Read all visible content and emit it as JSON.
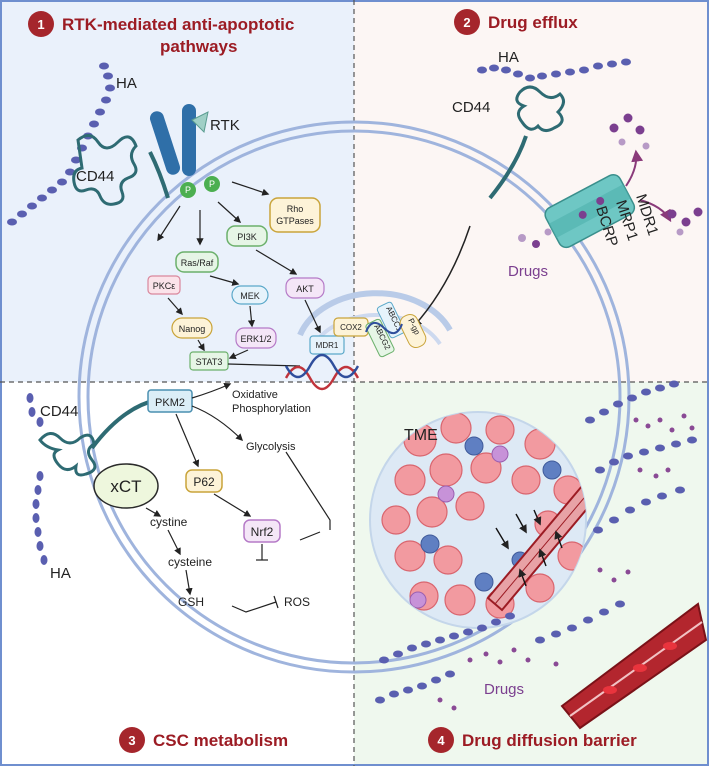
{
  "panels": {
    "p1": {
      "num": "1",
      "title_line1": "RTK-mediated anti-apoptotic",
      "title_line2": "pathways"
    },
    "p2": {
      "num": "2",
      "title": "Drug efflux"
    },
    "p3": {
      "num": "3",
      "title": "CSC metabolism"
    },
    "p4": {
      "num": "4",
      "title": "Drug diffusion barrier"
    }
  },
  "labels": {
    "ha": "HA",
    "cd44": "CD44",
    "rtk": "RTK",
    "p": "P",
    "rho_line1": "Rho",
    "rho_line2": "GTPases",
    "pkce": "PKCε",
    "rasraf": "Ras/Raf",
    "pi3k": "PI3K",
    "mek": "MEK",
    "akt": "AKT",
    "nanog": "Nanog",
    "erk": "ERK1/2",
    "stat3": "STAT3",
    "mdr1_box": "MDR1",
    "cox2": "COX2",
    "abcc1": "ABCC1",
    "abcg2": "ABCG2",
    "pgp": "P-gp",
    "mdr1": "MDR1",
    "mrp1": "MRP1",
    "bcrp": "BCRP",
    "drugs": "Drugs",
    "pkm2": "PKM2",
    "oxphos_line1": "Oxidative",
    "oxphos_line2": "Phosphorylation",
    "glycolysis": "Glycolysis",
    "xct": "xCT",
    "p62": "P62",
    "nrf2": "Nrf2",
    "cystine": "cystine",
    "cysteine": "cysteine",
    "gsh": "GSH",
    "ros": "ROS",
    "tme": "TME"
  },
  "colors": {
    "title": "#9c1c24",
    "badge": "#a5262c",
    "q1_bg": "#eaf1fb",
    "q2_bg": "#fcf6f4",
    "q3_bg": "#ffffff",
    "q4_bg": "#eff8ee",
    "drug": "#7b3f8f",
    "ha_bead": "#5a5fb0",
    "cd44": "#2e6b73",
    "rtk": "#2f6fa8"
  }
}
